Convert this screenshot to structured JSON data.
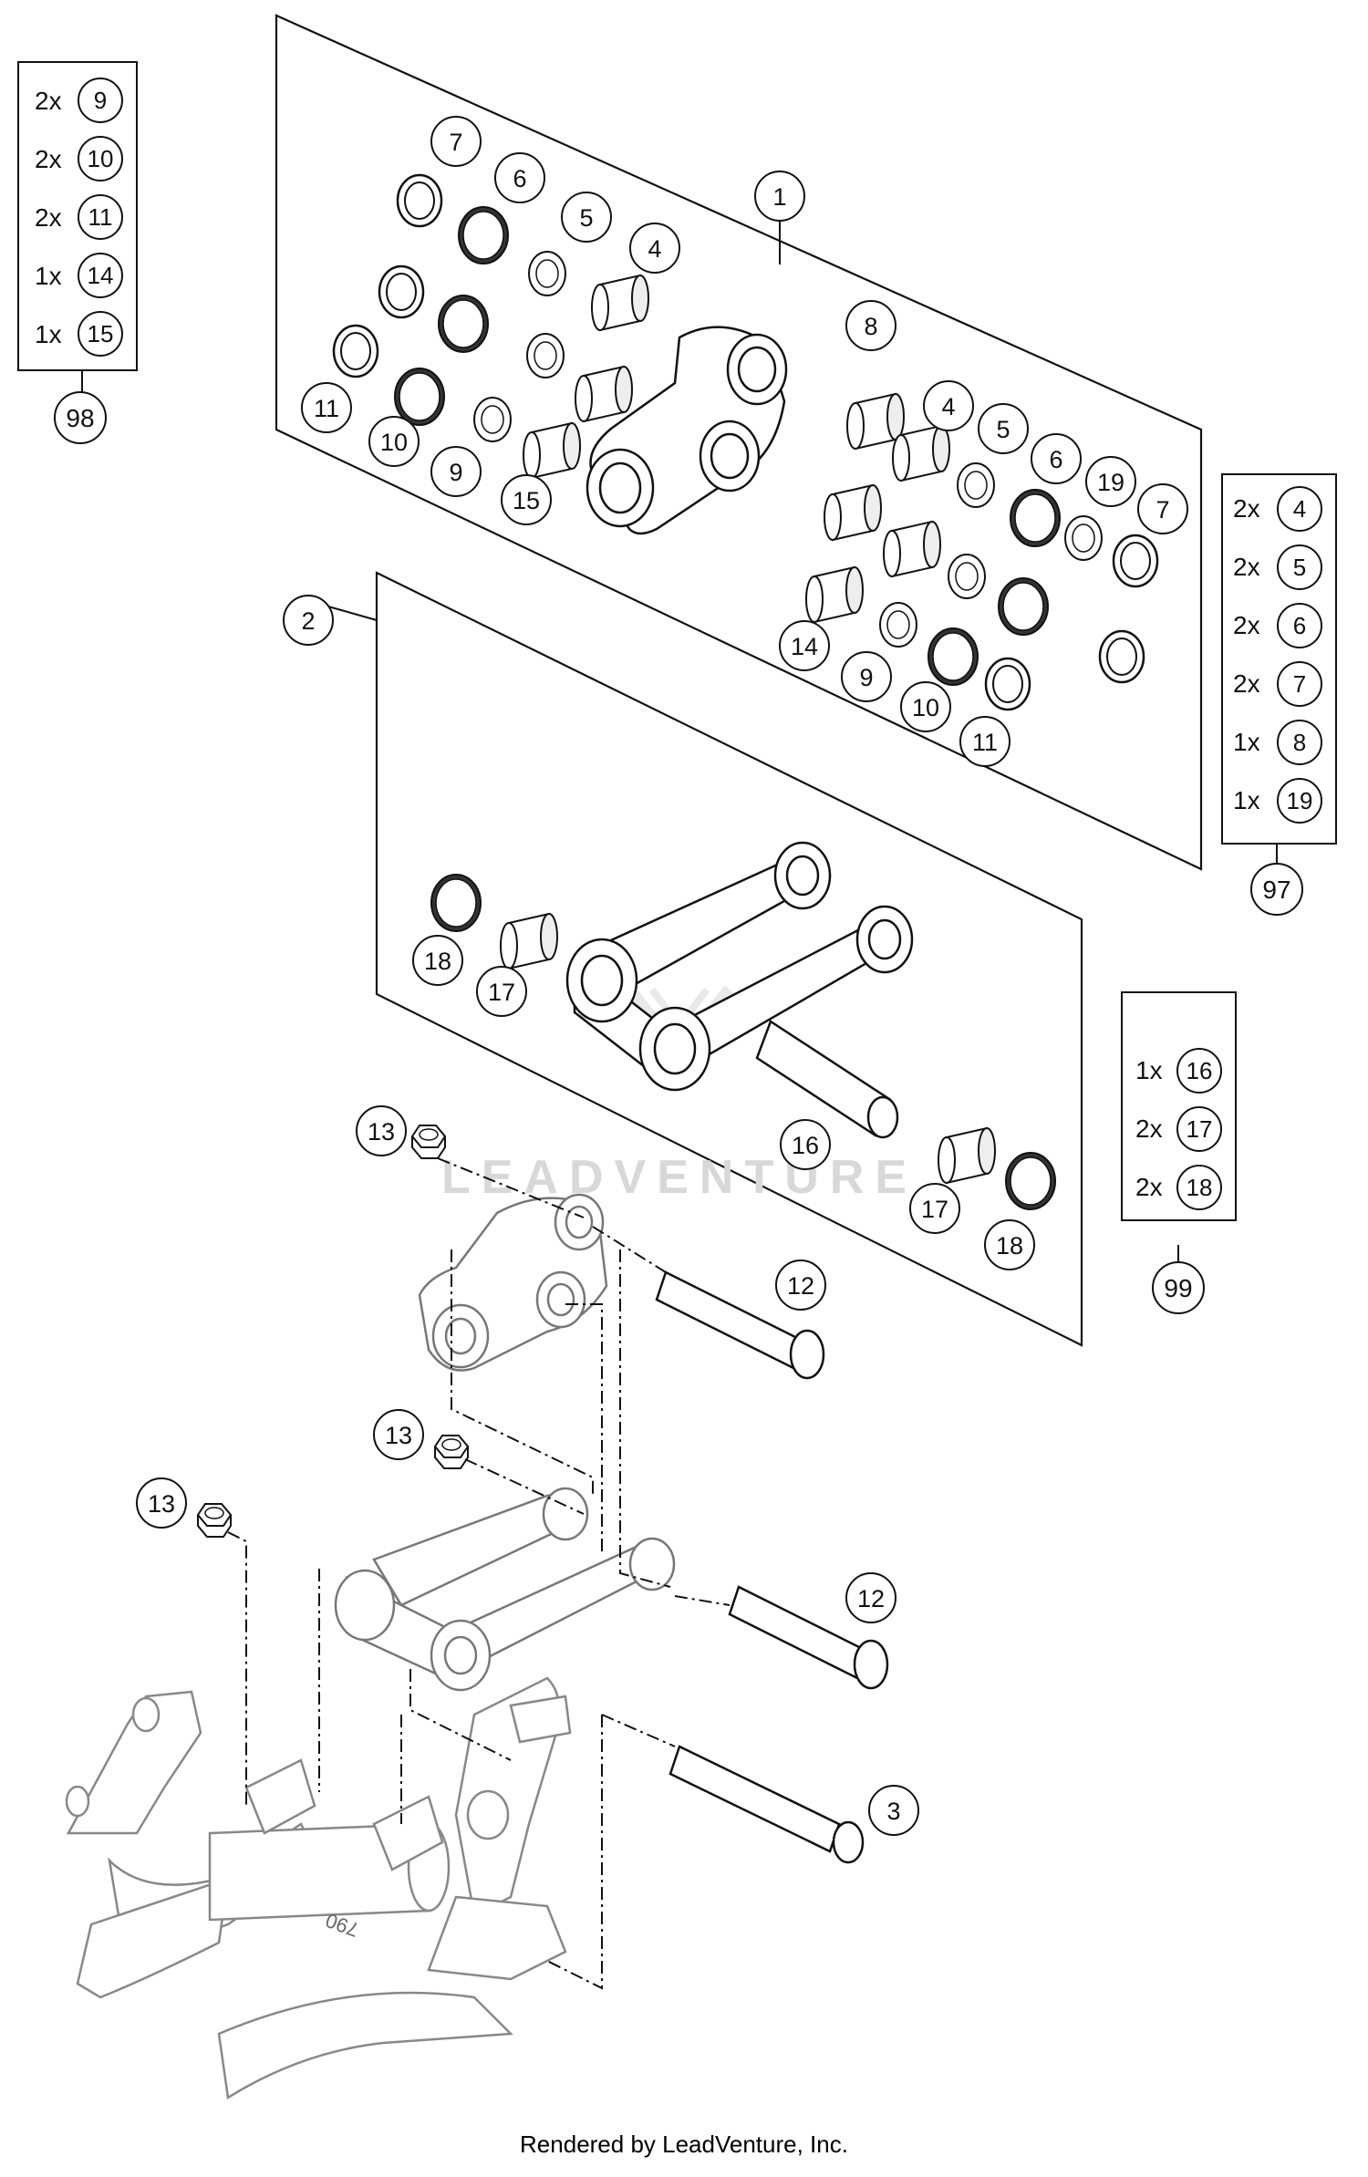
{
  "diagram": {
    "callouts": {
      "1": "1",
      "2": "2",
      "3": "3",
      "4": "4",
      "5": "5",
      "6": "6",
      "7": "7",
      "8": "8",
      "9": "9",
      "10": "10",
      "11": "11",
      "12": "12",
      "13": "13",
      "14": "14",
      "15": "15",
      "16": "16",
      "17": "17",
      "18": "18",
      "19": "19"
    },
    "kits": {
      "k98": {
        "label": "98",
        "lines": [
          {
            "qty": "2x",
            "num": "9"
          },
          {
            "qty": "2x",
            "num": "10"
          },
          {
            "qty": "2x",
            "num": "11"
          },
          {
            "qty": "1x",
            "num": "14"
          },
          {
            "qty": "1x",
            "num": "15"
          }
        ]
      },
      "k97": {
        "label": "97",
        "lines": [
          {
            "qty": "2x",
            "num": "4"
          },
          {
            "qty": "2x",
            "num": "5"
          },
          {
            "qty": "2x",
            "num": "6"
          },
          {
            "qty": "2x",
            "num": "7"
          },
          {
            "qty": "1x",
            "num": "8"
          },
          {
            "qty": "1x",
            "num": "19"
          }
        ]
      },
      "k99": {
        "label": "99",
        "lines": [
          {
            "qty": "1x",
            "num": "16"
          },
          {
            "qty": "2x",
            "num": "17"
          },
          {
            "qty": "2x",
            "num": "18"
          }
        ]
      }
    },
    "engraving": "790",
    "watermark": "LEADVENTURE"
  },
  "footer": {
    "text": "Rendered by LeadVenture, Inc."
  }
}
